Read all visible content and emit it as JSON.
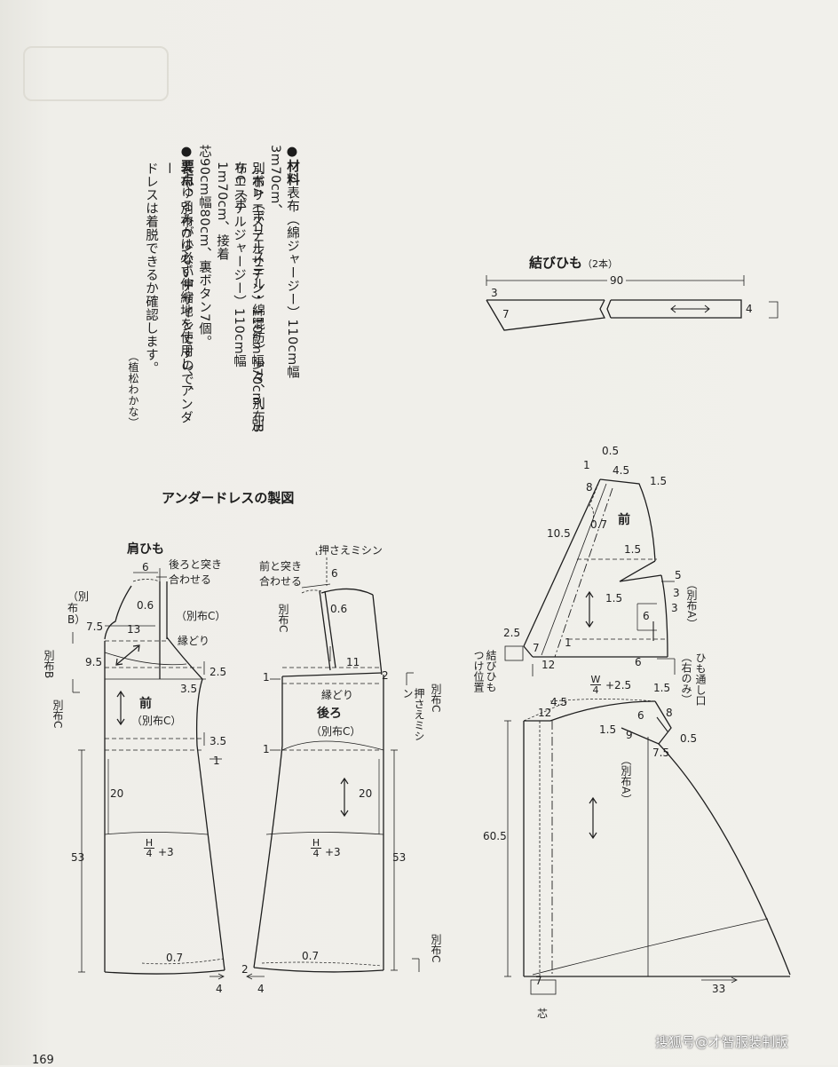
{
  "header_mark": "",
  "notes": {
    "materials_label": "●材料",
    "materials_lines": [
      "表布（綿ジャージー）110cm幅3m70cm、",
      "別布A（ポリエステル・綿混紡）少々、別布B",
      "（ポリエステルサテン）110cm幅70cm、別布C（ポ",
      "リエステルジャージー）110cm幅1m70cm、接着",
      "芯90cm幅80cm、裏ボタン7個。"
    ],
    "points_label": "●要点",
    "points_lines": [
      "ゆるみが少ないデザインですので、",
      "表布、別布Cは必ず伸縮地を使用し、アンダー",
      "ドレスは着脱できるか確認します。"
    ],
    "author": "（植松わかな）"
  },
  "tie": {
    "title": "結びひも",
    "count": "（2本）",
    "length": "90",
    "w_left": "3",
    "w_left2": "7",
    "w_right": "4"
  },
  "underdress": {
    "title": "アンダードレスの製図",
    "strap_title": "肩ひも",
    "front_label": "前",
    "front_sub": "（別布C）",
    "back_label": "後ろ",
    "back_sub": "（別布C）",
    "labels": {
      "back_join": "後ろと突き",
      "back_join2": "合わせる",
      "front_join": "前と突き",
      "front_join2": "合わせる",
      "press_stitch": "押さえミシン",
      "bias_c": "（別布C）",
      "edge": "縁どり",
      "edge2": "縁どり",
      "fabric_b": "（別布B）",
      "fabric_b2": "別布B",
      "fabric_c": "別布C",
      "fabric_c2": "別布C",
      "fabric_c3": "別布C",
      "fabric_c_strap": "別布C",
      "press_v": "押さえミシン",
      "hip": "H",
      "hip_div": "4",
      "hip_add": "+3",
      "hip_b": "H",
      "hip_div_b": "4",
      "hip_add_b": "+3"
    },
    "numbers": {
      "n6": "6",
      "n0_6": "0.6",
      "n7_5": "7.5",
      "n13": "13",
      "n9_5": "9.5",
      "n2_5": "2.5",
      "n3_5": "3.5",
      "n3_5b": "3.5",
      "n1": "1",
      "n20": "20",
      "n53": "53",
      "n0_7": "0.7",
      "n4": "4",
      "b6": "6",
      "b0_6": "0.6",
      "b11": "11",
      "b2": "2",
      "b1": "1",
      "b1b": "1",
      "b20": "20",
      "b53": "53",
      "b0_7": "0.7",
      "b4": "4",
      "b2b": "2"
    }
  },
  "bodice": {
    "front_label": "前",
    "n0_5": "0.5",
    "n1": "1",
    "n4_5": "4.5",
    "n8": "8",
    "n1_5": "1.5",
    "n0_7": "0.7",
    "n10_5": "10.5",
    "n1_5b": "1.5",
    "n5": "5",
    "n3": "3",
    "n3b": "3",
    "n1_5c": "1.5",
    "n6": "6",
    "n2_5": "2.5",
    "n7": "7",
    "n12": "12",
    "n1b": "1",
    "n6b": "6",
    "fabric_a": "（別布A）",
    "tie_pos": "結びひもつけ位置",
    "loop": "ひも通し口",
    "loop_note": "（右のみ）"
  },
  "skirt": {
    "w": "W",
    "w_div": "4",
    "w_add": "+2.5",
    "n4_5": "4.5",
    "n1_5": "1.5",
    "n12": "12",
    "n6": "6",
    "n8": "8",
    "n1_5b": "1.5",
    "n9": "9",
    "n0_5": "0.5",
    "n7_5": "7.5",
    "n60_5": "60.5",
    "n7": "7",
    "n33": "33",
    "fabric_a": "（別布A）",
    "interfacing": "芯"
  },
  "page_number": "169",
  "watermark": "搜狐号@才智服装制版"
}
